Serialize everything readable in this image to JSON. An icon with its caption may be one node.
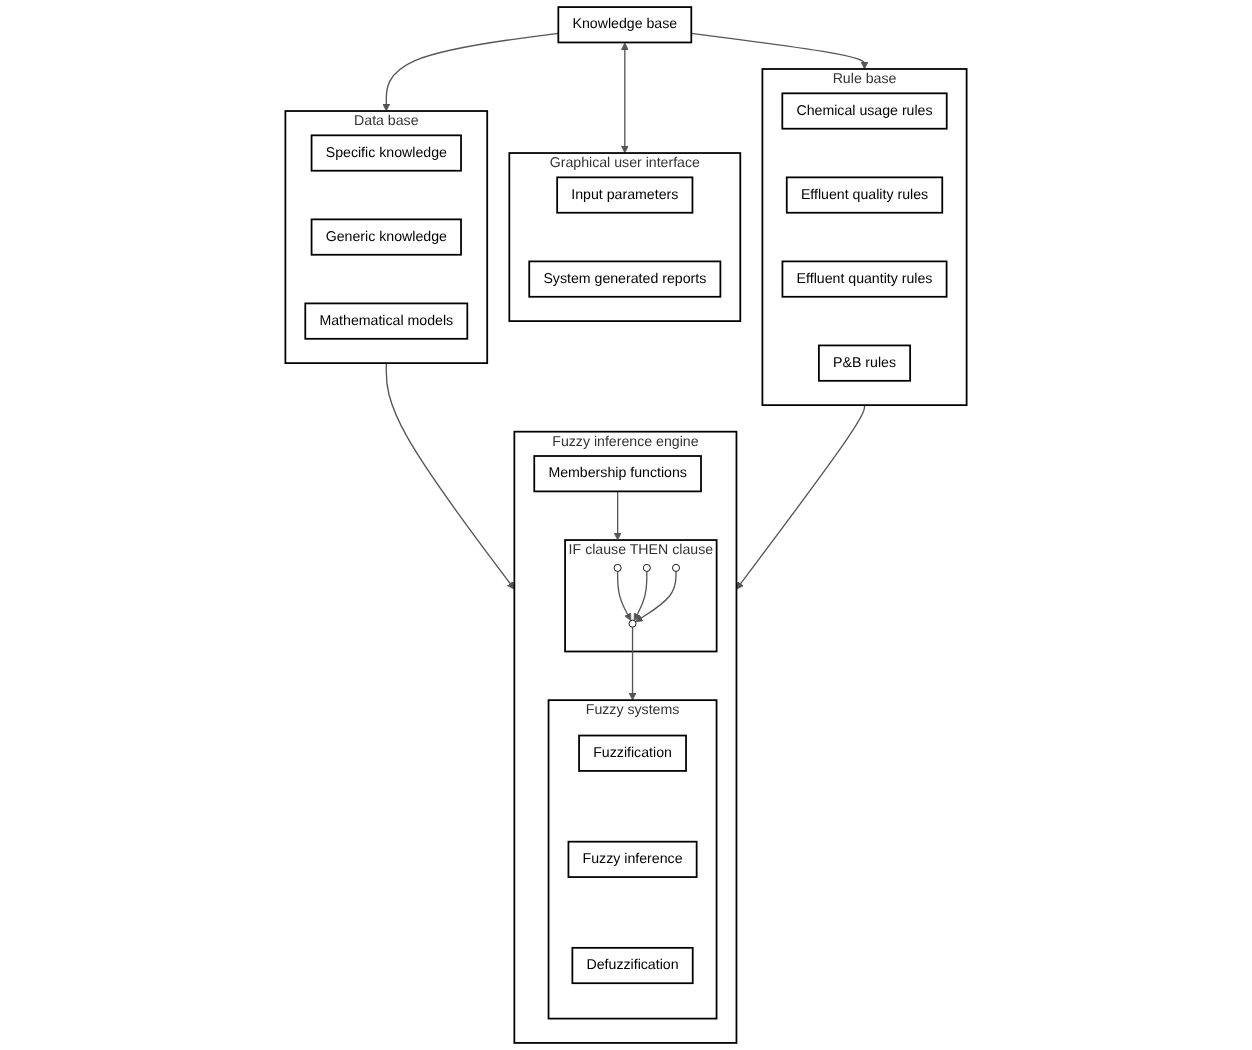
{
  "diagram": {
    "nodes": [
      {
        "text": [
          "Data base"
        ]
      },
      {
        "text": [
          "Specific knowledge"
        ],
        "in": 0
      },
      {
        "text": [
          "Generic knowledge"
        ],
        "in": 0
      },
      {
        "text": [
          "Mathematical models"
        ],
        "in": 0
      },
      {
        "text": [
          "Fuzzy inference engine"
        ]
      },
      {
        "text": [
          "Membership functions"
        ],
        "in": 4
      },
      {
        "text": [
          "IF clause THEN clause"
        ],
        "in": 4
      },
      {
        "text": [],
        "shape": "circle",
        "in": 6
      },
      {
        "text": [],
        "shape": "circle",
        "in": 6
      },
      {
        "text": [],
        "shape": "circle",
        "in": 6
      },
      {
        "text": [],
        "shape": "circle",
        "in": 6
      },
      {
        "text": [
          "Fuzzy systems"
        ],
        "in": 4
      },
      {
        "text": [
          "Fuzzification"
        ],
        "in": 11
      },
      {
        "text": [
          "Fuzzy inference"
        ],
        "in": 11
      },
      {
        "text": [
          "Defuzzification"
        ],
        "in": 11
      },
      {
        "text": [
          "Knowledge base"
        ]
      },
      {
        "text": [
          "Graphical user interface"
        ]
      },
      {
        "text": [
          "Input parameters"
        ],
        "in": 16
      },
      {
        "text": [
          "System generated reports"
        ],
        "in": 16
      },
      {
        "text": [
          "Rule base"
        ]
      },
      {
        "text": [
          "Chemical usage rules"
        ],
        "in": 19
      },
      {
        "text": [
          "Effluent quality rules"
        ],
        "in": 19
      },
      {
        "text": [
          "Effluent quantity rules"
        ],
        "in": 19
      },
      {
        "text": [
          "P&B rules"
        ],
        "in": 19
      }
    ],
    "edges": [
      {
        "from": 0,
        "to": 4,
        "arrow": "to"
      },
      {
        "from": 5,
        "to": 6,
        "arrow": "to"
      },
      {
        "from": 7,
        "to": 10,
        "arrow": "to"
      },
      {
        "from": 8,
        "to": 10,
        "arrow": "to"
      },
      {
        "from": 9,
        "to": 10,
        "arrow": "to"
      },
      {
        "from": 10,
        "to": 11,
        "arrow": "to"
      },
      {
        "from": 15,
        "to": 0,
        "arrow": "to"
      },
      {
        "from": 15,
        "to": 16,
        "arrow": "both"
      },
      {
        "from": 15,
        "to": 19,
        "arrow": "to"
      },
      {
        "from": 19,
        "to": 4,
        "arrow": "to"
      }
    ]
  }
}
